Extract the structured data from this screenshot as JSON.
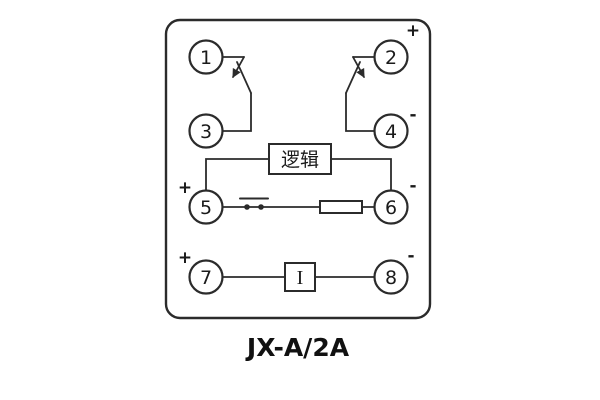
{
  "diagram": {
    "title": "JX-A/2A",
    "terminals": [
      "1",
      "2",
      "3",
      "4",
      "5",
      "6",
      "7",
      "8"
    ],
    "polarity": {
      "terminal2": "+",
      "terminal4": "-",
      "terminal5": "+",
      "terminal6": "-",
      "terminal7": "+",
      "terminal8": "-"
    },
    "logic_box_label": "逻辑",
    "current_box_label": "I",
    "line_color": "#2b2b2b"
  }
}
